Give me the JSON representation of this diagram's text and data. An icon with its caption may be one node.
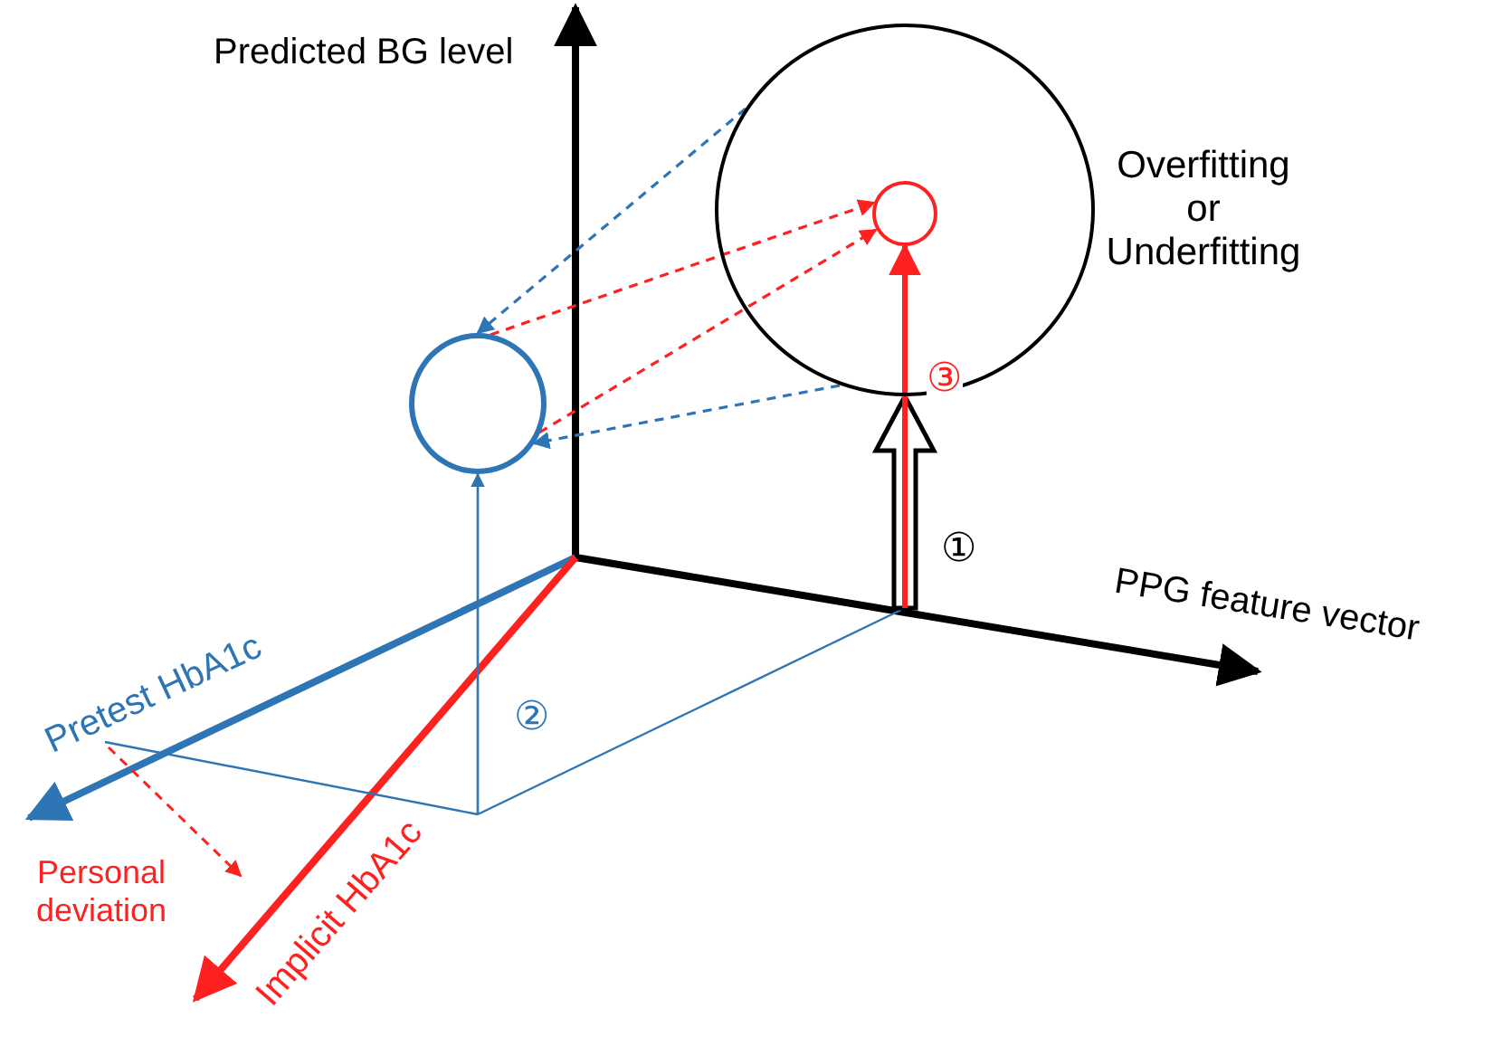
{
  "diagram": {
    "nodes": [
      {
        "text": [],
        "shape": "circle",
        "beside": [
          "Overfitting or Underfitting"
        ]
      },
      {
        "text": [],
        "shape": "circle",
        "in": 0
      },
      {
        "text": [],
        "shape": "circle"
      }
    ],
    "edges": [
      {
        "from": 0,
        "to": 2,
        "arrow": "to",
        "style": "dashed",
        "color": "#2e75b6"
      },
      {
        "from": 0,
        "to": 2,
        "arrow": "to",
        "style": "dashed",
        "color": "#2e75b6"
      },
      {
        "from": 2,
        "to": 1,
        "arrow": "to",
        "style": "dashed",
        "color": "#ff2020"
      },
      {
        "from": 2,
        "to": 1,
        "arrow": "to",
        "style": "dashed",
        "color": "#ff2020"
      },
      {
        "from": null,
        "to": 1,
        "arrow": "to",
        "label": "③",
        "color": "#ff2020"
      },
      {
        "from": null,
        "to": 0,
        "arrow": "to",
        "label": "①",
        "style": "thick",
        "color": "#000000"
      },
      {
        "from": null,
        "to": 2,
        "arrow": "to",
        "label": "②",
        "color": "#2e75b6"
      }
    ],
    "labels": [
      "Predicted BG level",
      "PPG feature vector",
      "Pretest HbA1c",
      "Personal deviation",
      "Implicit HbA1c"
    ]
  }
}
